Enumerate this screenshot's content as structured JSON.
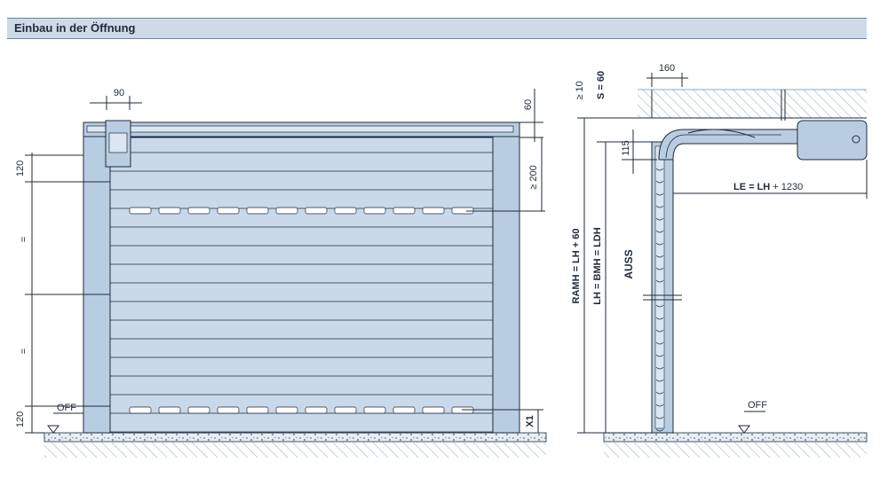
{
  "header": {
    "title": "Einbau in der Öffnung"
  },
  "front_view": {
    "dim_top_width": "90",
    "dim_top_right": "60",
    "dim_right_height": "≥ 200",
    "dim_left_top": "120",
    "dim_left_eq_1": "=",
    "dim_left_eq_2": "=",
    "dim_left_bottom": "120",
    "off_label": "OFF",
    "dim_x1": "X1"
  },
  "side_view": {
    "dim_top_width": "160",
    "dim_ge10": "≥ 10",
    "dim_s": "S = 60",
    "dim_115": "115",
    "dim_le_bold": "LE = LH",
    "dim_le_rest": " + 1230",
    "dim_ramh": "RAMH = LH + 60",
    "dim_lh": "LH = BMH = LDH",
    "dim_auss": "AUSS",
    "off_label": "OFF"
  },
  "colors": {
    "accent": "#b9cde2",
    "line": "#1f2a3a",
    "hatch": "#8ea9c4",
    "header_bg": "#cddbe9"
  }
}
